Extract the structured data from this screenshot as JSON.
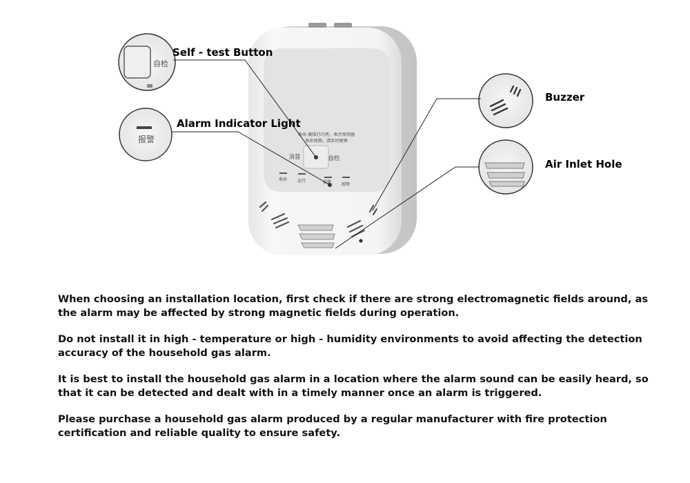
{
  "callouts": {
    "self_test_button": "Self - test Button",
    "alarm_indicator_light": "Alarm Indicator Light",
    "buzzer": "Buzzer",
    "air_inlet_hole": "Air Inlet Hole"
  },
  "device_labels": {
    "instructions_line1": "寿命:黄指灯闪亮，表示探测器",
    "instructions_line2": "寿命到期，请及时更换",
    "silence": "消音",
    "self_test": "自检",
    "life": "寿命",
    "running": "运行",
    "alarm": "报警",
    "fault": "故障"
  },
  "zoom_labels": {
    "self_test": "自检",
    "alarm": "报警"
  },
  "notes": [
    "When choosing an installation location, first check if there are strong electromagnetic fields around, as the alarm may be affected by strong magnetic fields during operation.",
    "Do not install it in high - temperature or high - humidity environments to avoid affecting the detection accuracy of the household gas alarm.",
    "It is best to install the household gas alarm in a location where the alarm sound can be easily heard, so that it can be detected and dealt with in a timely manner once an alarm is triggered.",
    "Please purchase a household gas alarm produced by a regular manufacturer with fire protection certification and reliable quality to ensure safety."
  ],
  "colors": {
    "device_body": "#f1f1f1",
    "device_panel": "#e2e2e2",
    "indicator": "#444444"
  }
}
